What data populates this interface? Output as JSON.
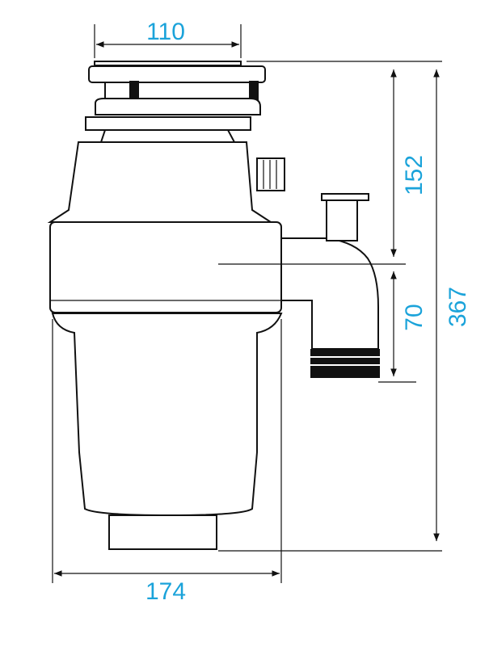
{
  "dimensions": {
    "top_width": "110",
    "upper_height": "152",
    "outlet_height": "70",
    "total_height": "367",
    "body_width": "174"
  },
  "colors": {
    "dimension_text": "#1ba3da",
    "lines": "#111111"
  }
}
